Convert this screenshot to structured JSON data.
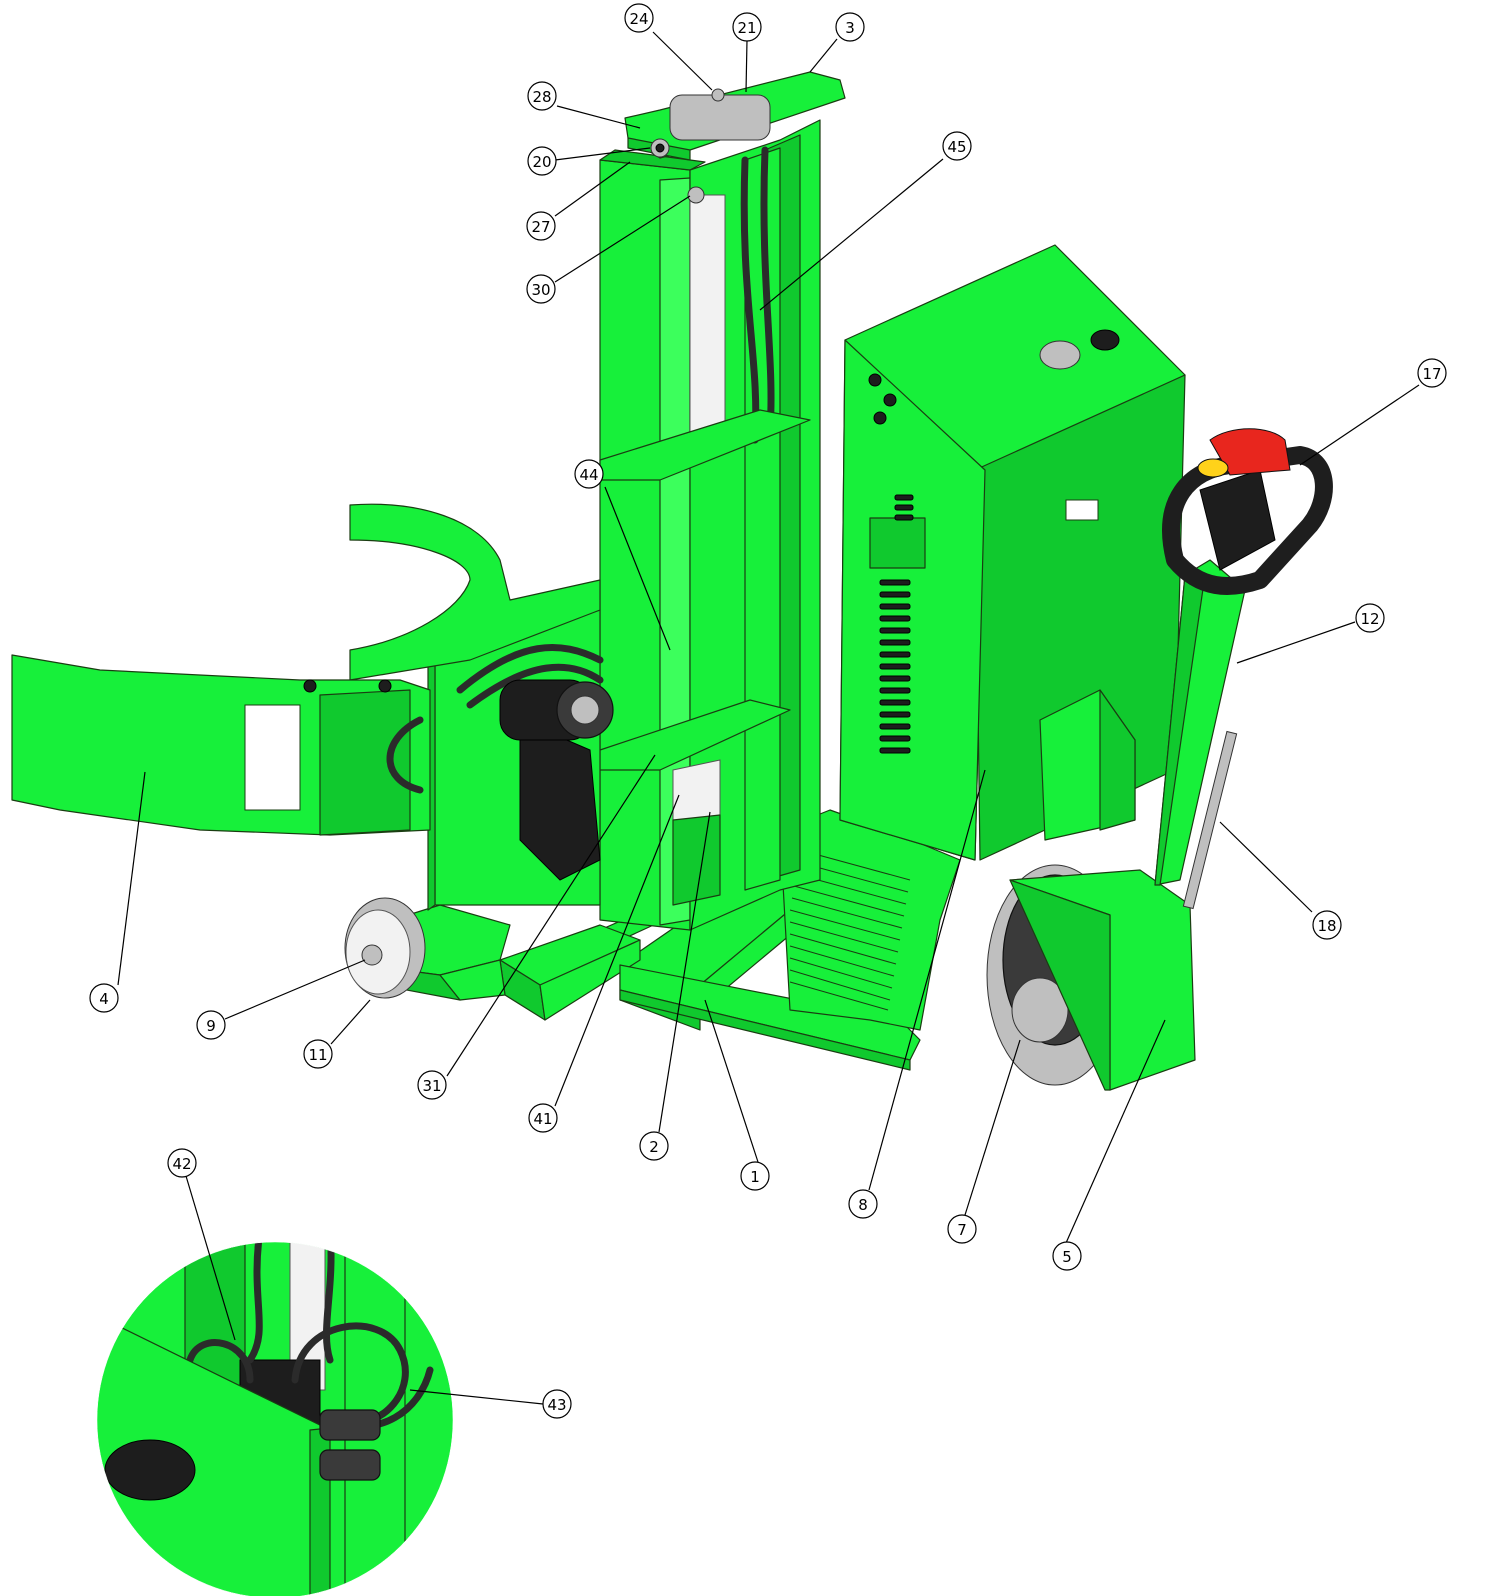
{
  "callouts": [
    {
      "label": "24"
    },
    {
      "label": "21"
    },
    {
      "label": "3"
    },
    {
      "label": "28"
    },
    {
      "label": "20"
    },
    {
      "label": "45"
    },
    {
      "label": "27"
    },
    {
      "label": "30"
    },
    {
      "label": "17"
    },
    {
      "label": "44"
    },
    {
      "label": "12"
    },
    {
      "label": "4"
    },
    {
      "label": "18"
    },
    {
      "label": "9"
    },
    {
      "label": "11"
    },
    {
      "label": "31"
    },
    {
      "label": "41"
    },
    {
      "label": "2"
    },
    {
      "label": "1"
    },
    {
      "label": "8"
    },
    {
      "label": "7"
    },
    {
      "label": "5"
    },
    {
      "label": "42"
    },
    {
      "label": "43"
    }
  ],
  "colors": {
    "frame_green": "#17f03a",
    "frame_green_dark": "#10c92e",
    "frame_edge": "#1a3d12",
    "rubber": "#2b2b2b",
    "handle_red": "#e8261e",
    "handle_yellow": "#ffd21a"
  }
}
